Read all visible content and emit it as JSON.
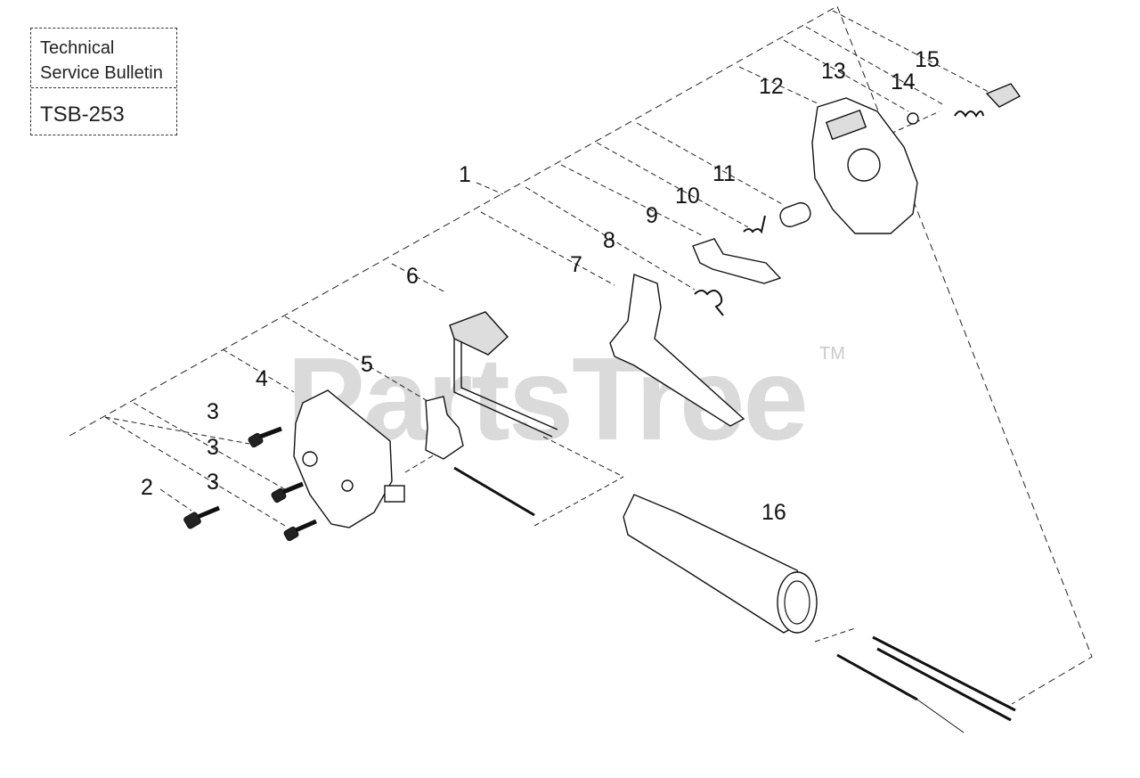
{
  "bulletin": {
    "title_line1": "Technical",
    "title_line2": "Service Bulletin",
    "code": "TSB-253"
  },
  "watermark": {
    "text": "PartsTree",
    "trademark": "TM"
  },
  "callouts": [
    "1",
    "2",
    "3",
    "3",
    "3",
    "4",
    "5",
    "6",
    "7",
    "8",
    "9",
    "10",
    "11",
    "12",
    "13",
    "14",
    "15",
    "16"
  ]
}
